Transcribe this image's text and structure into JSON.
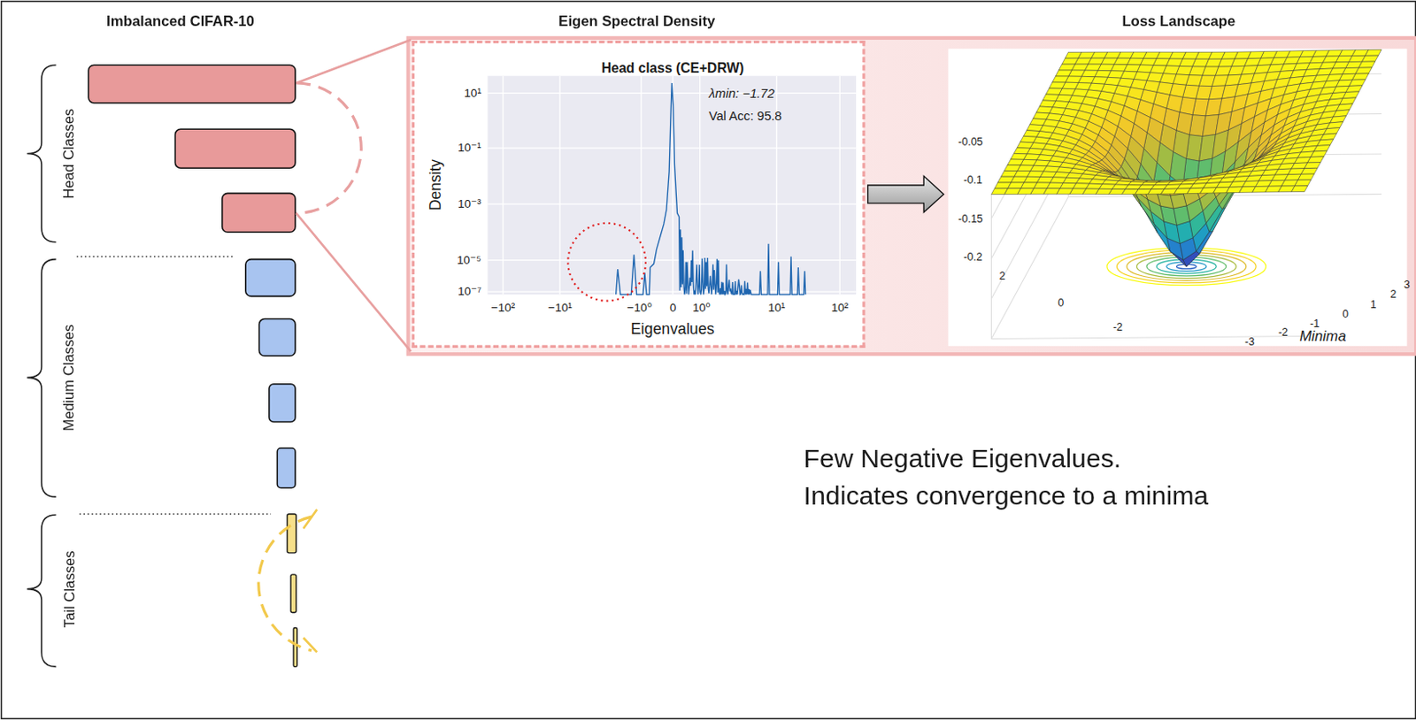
{
  "diagram": {
    "nodes": [
      {
        "text": [
          "Head class (CE+DRW)",
          "λmin: −1.72",
          "Val Acc: 95.8"
        ]
      },
      {
        "text": [
          "Minima"
        ]
      }
    ],
    "edges": [
      {
        "from": 0,
        "to": 1,
        "arrow": "to"
      }
    ],
    "labels": [
      "Imbalanced CIFAR-10",
      "Eigen Spectral Density",
      "Loss Landscape",
      "Head Classes",
      "Medium Classes",
      "Tail Classes",
      "10¹",
      "10⁻¹",
      "10⁻³",
      "10⁻⁵",
      "10⁻⁷",
      "Density",
      "−10²",
      "−10¹",
      "−10⁰",
      "0",
      "10⁰",
      "10¹",
      "10²",
      "Eigenvalues",
      "-0.05",
      "-0.1",
      "-0.15",
      "-0.2",
      "2",
      "0",
      "-2",
      "-3",
      "-2",
      "-1",
      "0",
      "1",
      "2",
      "3",
      "Few Negative Eigenvalues.",
      "Indicates convergence to a minima"
    ]
  }
}
